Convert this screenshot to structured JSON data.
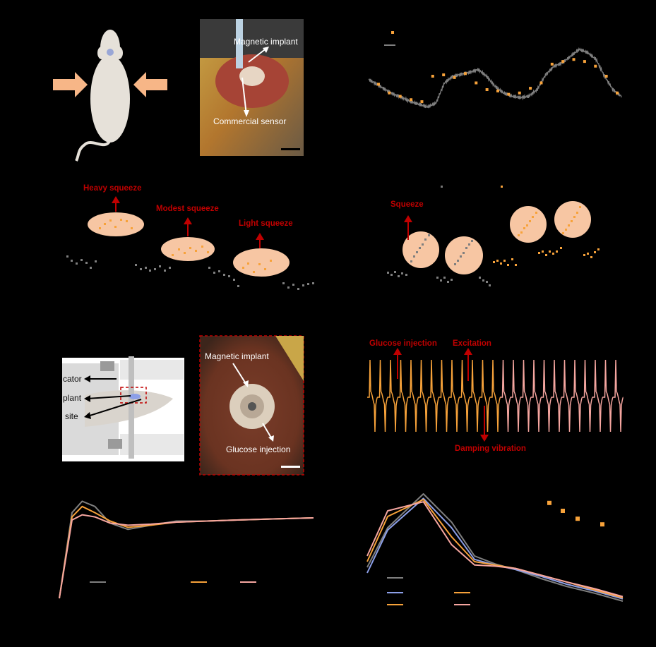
{
  "panel_a": {
    "photo_labels": [
      "Magnetic implant",
      "Commercial sensor"
    ]
  },
  "panel_c": {
    "annotations": [
      "Heavy squeeze",
      "Modest squeeze",
      "Light squeeze"
    ]
  },
  "panel_d": {
    "annotation": "Squeeze"
  },
  "panel_e": {
    "schematic_labels": [
      "cator",
      "plant",
      "site"
    ],
    "photo_labels": [
      "Magnetic implant",
      "Glucose injection"
    ]
  },
  "panel_f": {
    "annotations": [
      "Glucose injection",
      "Excitation",
      "Damping vibration"
    ]
  },
  "colors": {
    "background": "#000000",
    "orange": "#f7a23a",
    "gray": "#7f7f7f",
    "pink": "#f6a6a0",
    "blue": "#8c9fe8",
    "red": "#c00000",
    "peach": "#f7c6a3"
  },
  "chart_data": [
    {
      "type": "line",
      "description_key": "top-right: gray continuous trace with orange scattered points",
      "series": [
        {
          "values": [
            0.55,
            0.48,
            0.4,
            0.33,
            0.28,
            0.22,
            0.18,
            0.14,
            0.2,
            0.5,
            0.6,
            0.63,
            0.66,
            0.7,
            0.6,
            0.45,
            0.35,
            0.3,
            0.28,
            0.3,
            0.4,
            0.62,
            0.75,
            0.8,
            0.9,
            1.0,
            0.95,
            0.85,
            0.6,
            0.4,
            0.3
          ]
        },
        {
          "values": [
            0.48,
            0.35,
            0.3,
            0.25,
            0.22,
            0.6,
            0.62,
            0.58,
            0.64,
            0.5,
            0.4,
            0.38,
            0.33,
            0.35,
            0.42,
            0.5,
            0.78,
            0.82,
            0.85,
            0.82,
            0.75,
            0.6,
            0.35
          ]
        }
      ]
    },
    {
      "type": "scatter",
      "description_key": "panel c: squeeze response",
      "series": [
        {
          "values": [
            0.18,
            0.15,
            0.12,
            0.1,
            0.08,
            0.05
          ]
        },
        {
          "values": [
            0.6,
            0.62,
            0.58,
            0.64,
            0.6
          ]
        },
        {
          "values": [
            0.35,
            0.38,
            0.33,
            0.36
          ]
        },
        {
          "values": [
            0.3,
            0.27,
            0.32,
            0.29
          ]
        }
      ]
    },
    {
      "type": "line",
      "description_key": "bottom-left: three overlapping transient curves",
      "series": [
        {
          "values": [
            0.0,
            0.82,
            0.93,
            0.88,
            0.72,
            0.66,
            0.7,
            0.74,
            0.74,
            0.75,
            0.76,
            0.77
          ]
        },
        {
          "values": [
            0.0,
            0.78,
            0.88,
            0.82,
            0.74,
            0.68,
            0.7,
            0.73,
            0.74,
            0.75,
            0.76,
            0.77
          ]
        },
        {
          "values": [
            0.0,
            0.75,
            0.8,
            0.78,
            0.72,
            0.7,
            0.71,
            0.73,
            0.74,
            0.75,
            0.76,
            0.77
          ]
        }
      ]
    },
    {
      "type": "line",
      "description_key": "bottom-right: four decaying peak curves with orange square markers",
      "series": [
        {
          "values": [
            0.35,
            0.7,
            1.0,
            0.75,
            0.45,
            0.38,
            0.33,
            0.25,
            0.18,
            0.12,
            0.05
          ]
        },
        {
          "values": [
            0.3,
            0.68,
            0.96,
            0.7,
            0.42,
            0.37,
            0.33,
            0.27,
            0.2,
            0.14,
            0.07
          ]
        },
        {
          "values": [
            0.4,
            0.8,
            0.95,
            0.62,
            0.4,
            0.37,
            0.34,
            0.28,
            0.22,
            0.15,
            0.08
          ]
        },
        {
          "values": [
            0.45,
            0.85,
            0.93,
            0.55,
            0.37,
            0.36,
            0.34,
            0.28,
            0.22,
            0.16,
            0.09
          ]
        }
      ],
      "markers": [
        0.92,
        0.85,
        0.78,
        0.73
      ]
    }
  ]
}
